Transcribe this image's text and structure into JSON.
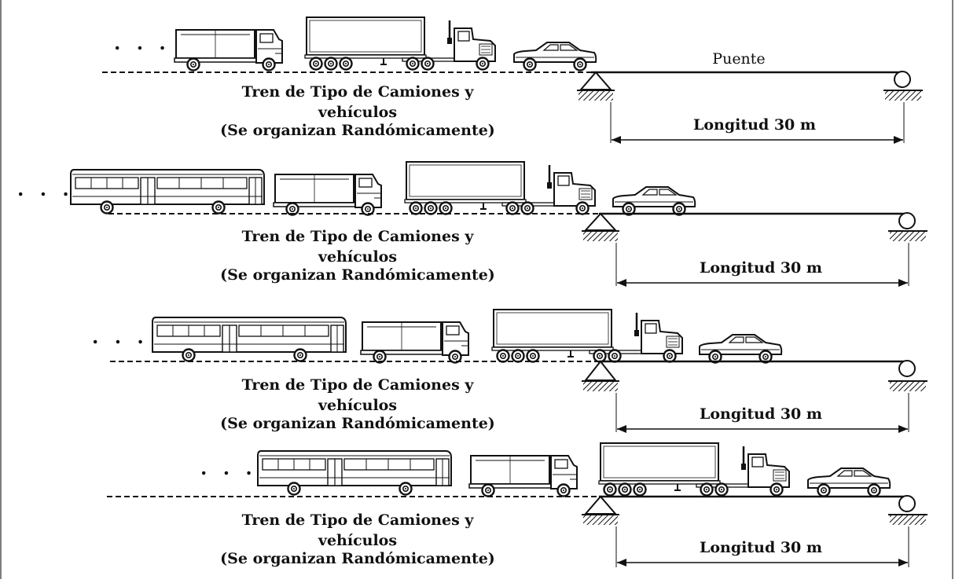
{
  "diagram": {
    "bridge_label": "Puente",
    "ellipsis": ". . . .",
    "rows": [
      {
        "caption": [
          "Tren de Tipo de Camiones y",
          "vehículos",
          "(Se organizan Randómicamente)"
        ],
        "length_label": "Longitud 30 m",
        "vehicles": [
          "truck",
          "trailer-truck",
          "car"
        ]
      },
      {
        "caption": [
          "Tren de Tipo de Camiones y",
          "vehículos",
          "(Se organizan Randómicamente)"
        ],
        "length_label": "Longitud 30 m",
        "vehicles": [
          "bus",
          "truck",
          "trailer-truck",
          "car"
        ]
      },
      {
        "caption": [
          "Tren de Tipo de Camiones y",
          "vehículos",
          "(Se organizan Randómicamente)"
        ],
        "length_label": "Longitud 30 m",
        "vehicles": [
          "bus",
          "truck",
          "trailer-truck",
          "car"
        ]
      },
      {
        "caption": [
          "Tren de Tipo de Camiones y",
          "vehículos",
          "(Se organizan Randómicamente)"
        ],
        "length_label": "Longitud 30 m",
        "vehicles": [
          "bus",
          "truck",
          "trailer-truck",
          "car"
        ]
      }
    ]
  }
}
